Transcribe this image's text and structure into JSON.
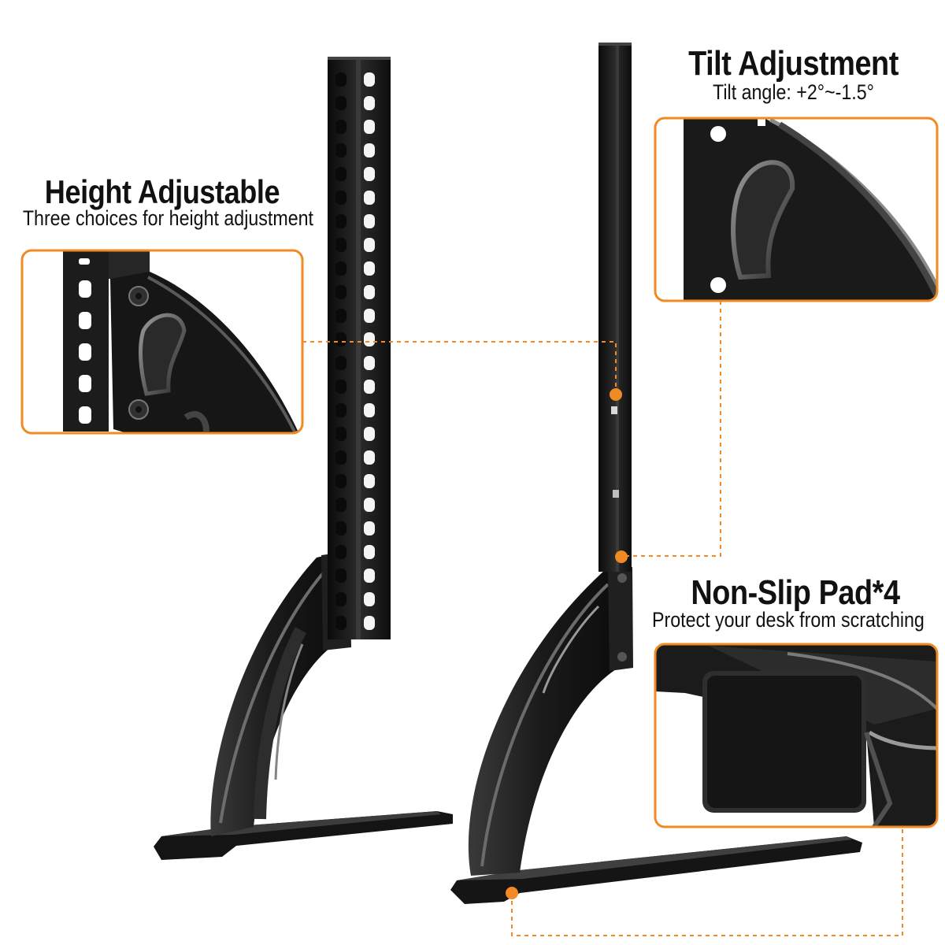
{
  "features": {
    "height": {
      "title": "Height Adjustable",
      "subtitle": "Three choices for height adjustment"
    },
    "tilt": {
      "title": "Tilt Adjustment",
      "subtitle": "Tilt angle: +2°~-1.5°"
    },
    "pad": {
      "title": "Non-Slip Pad*4",
      "subtitle": "Protect your desk from scratching"
    }
  },
  "colors": {
    "accent": "#F08A24",
    "metal": "#1C1C1C",
    "background": "#FFFFFF"
  },
  "icons": {
    "callout_marker": "orange-dot",
    "connector": "dashed-orange-line"
  }
}
